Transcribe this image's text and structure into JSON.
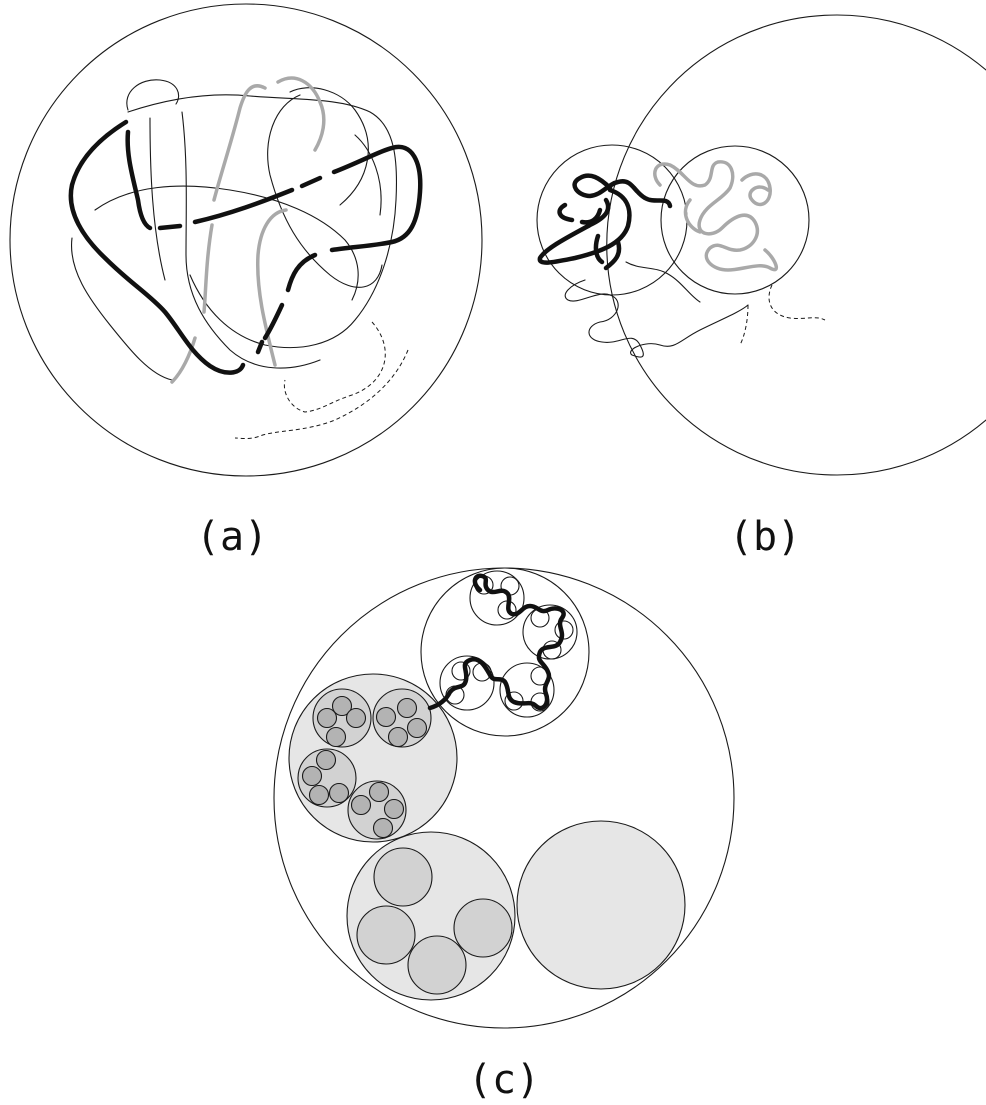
{
  "panels": {
    "a": {
      "label": "(a)"
    },
    "b": {
      "label": "(b)"
    },
    "c": {
      "label": "(c)"
    }
  },
  "colors": {
    "outline": "#1a1a1a",
    "strand_black": "#111111",
    "strand_gray": "#a9a9a9",
    "fill_level1": "#e6e6e6",
    "fill_level2": "#d2d2d2",
    "fill_level3": "#b3b3b3"
  }
}
